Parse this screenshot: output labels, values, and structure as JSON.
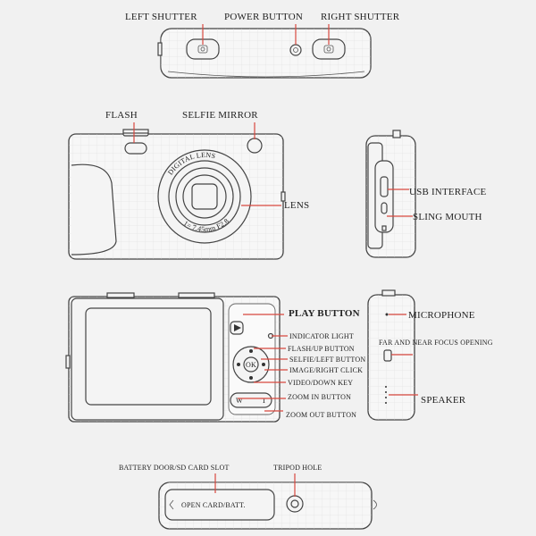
{
  "labels": {
    "left_shutter": "LEFT SHUTTER",
    "power_button": "POWER BUTTON",
    "right_shutter": "RIGHT SHUTTER",
    "flash": "FLASH",
    "selfie_mirror": "SELFIE MIRROR",
    "lens": "LENS",
    "usb_interface": "USB INTERFACE",
    "sling_mouth": "SLING MOUTH",
    "play_button": "PLAY BUTTON",
    "indicator_light": "INDICATOR LIGHT",
    "flash_up_button": "FLASH/UP BUTTON",
    "selfie_left_button": "SELFIE/LEFT BUTTON",
    "image_right_click": "IMAGE/RIGHT CLICK",
    "video_down_key": "VIDEO/DOWN KEY",
    "zoom_in_button": "ZOOM IN BUTTON",
    "zoom_out_button": "ZOOM OUT BUTTON",
    "microphone": "MICROPHONE",
    "focus_opening": "FAR AND NEAR FOCUS OPENING",
    "speaker": "SPEAKER",
    "battery_door": "BATTERY DOOR/SD CARD SLOT",
    "tripod_hole": "TRIPOD HOLE"
  },
  "camera_text": {
    "lens_ring_top": "DIGITAL LENS",
    "lens_ring_bottom": "1= 7.45mm F2.8",
    "ok_button": "OK",
    "zoom_w": "W",
    "zoom_t": "T",
    "card_door": "OPEN CARD/BATT."
  },
  "colors": {
    "leader_line": "#d8483f",
    "outline": "#444444",
    "background": "#f1f1f1"
  }
}
